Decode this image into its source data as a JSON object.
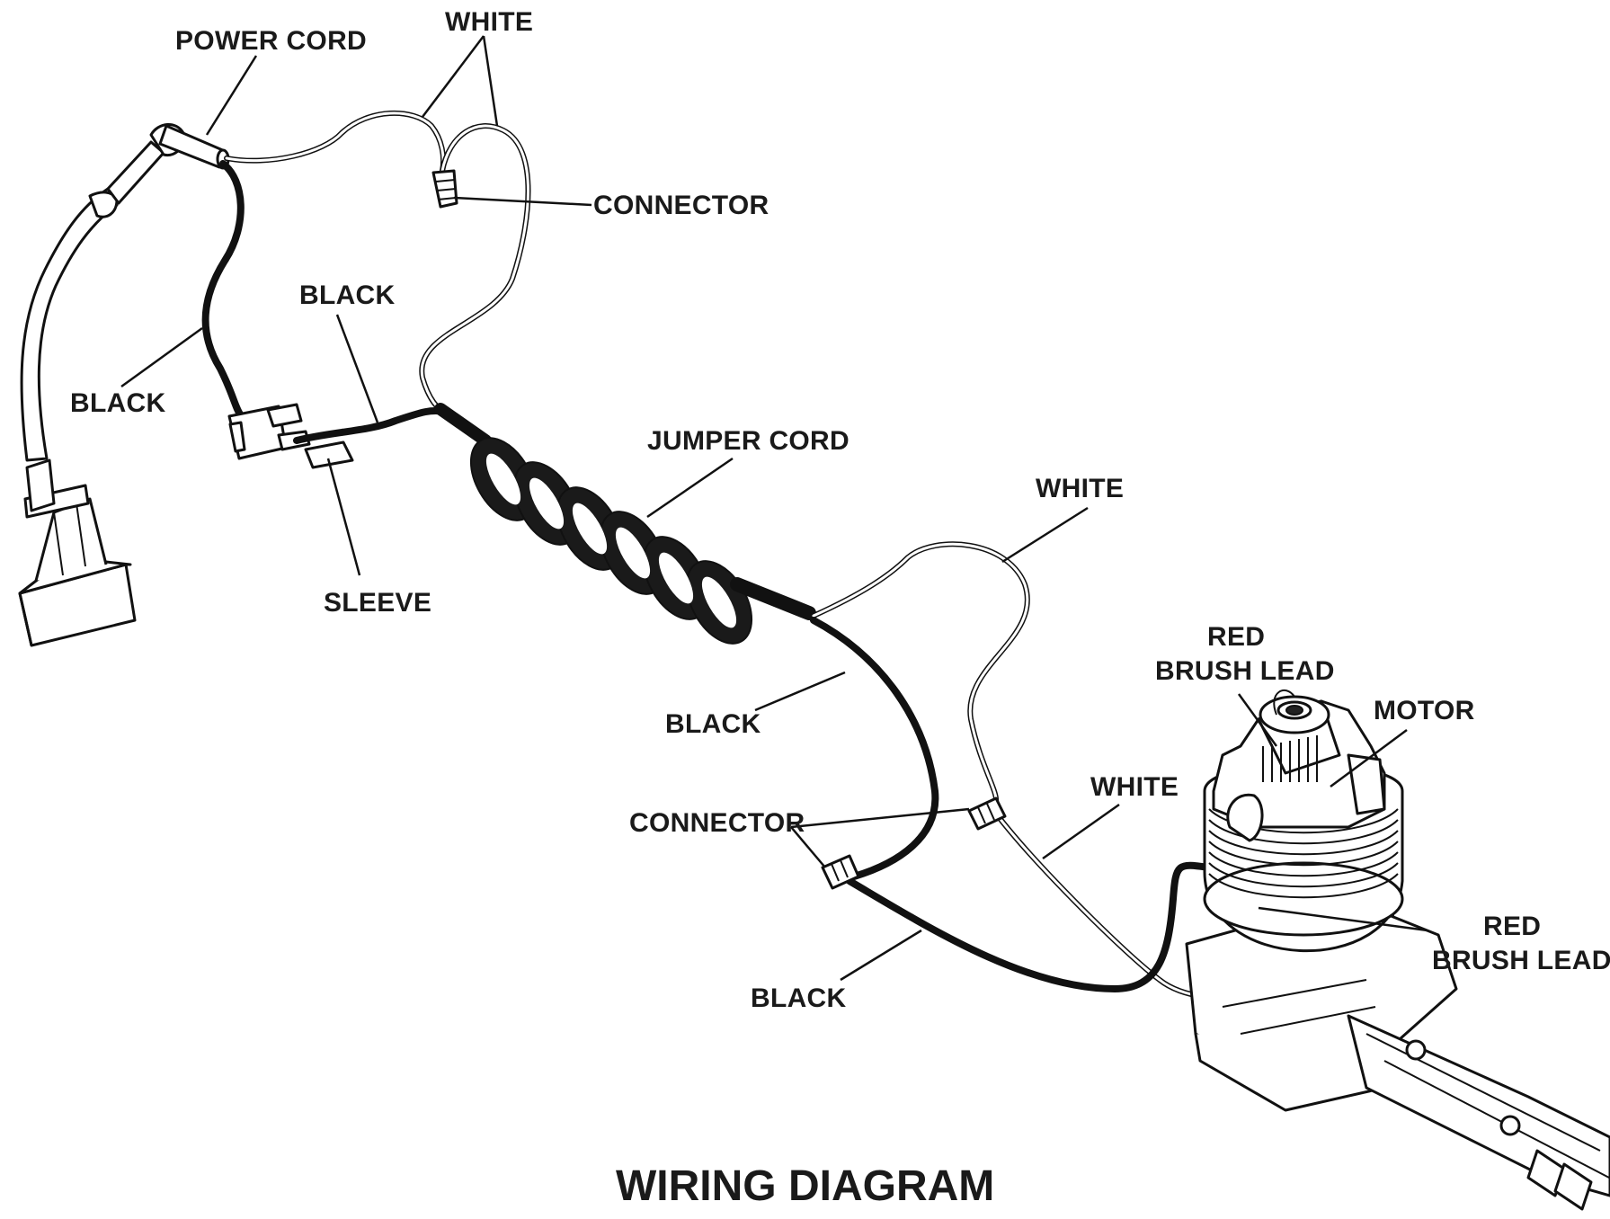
{
  "labels": {
    "power_cord": "POWER CORD",
    "white_top": "WHITE",
    "connector_top": "CONNECTOR",
    "black_mid": "BLACK",
    "black_left": "BLACK",
    "sleeve": "SLEEVE",
    "jumper_cord": "JUMPER CORD",
    "white_right": "WHITE",
    "red_brush_lead_top_1": "RED",
    "red_brush_lead_top_2": "BRUSH LEAD",
    "motor": "MOTOR",
    "black_lower": "BLACK",
    "white_lower": "WHITE",
    "connector_lower": "CONNECTOR",
    "red_brush_lead_right_1": "RED",
    "red_brush_lead_right_2": "BRUSH LEAD",
    "black_bottom": "BLACK"
  },
  "title": "WIRING DIAGRAM"
}
